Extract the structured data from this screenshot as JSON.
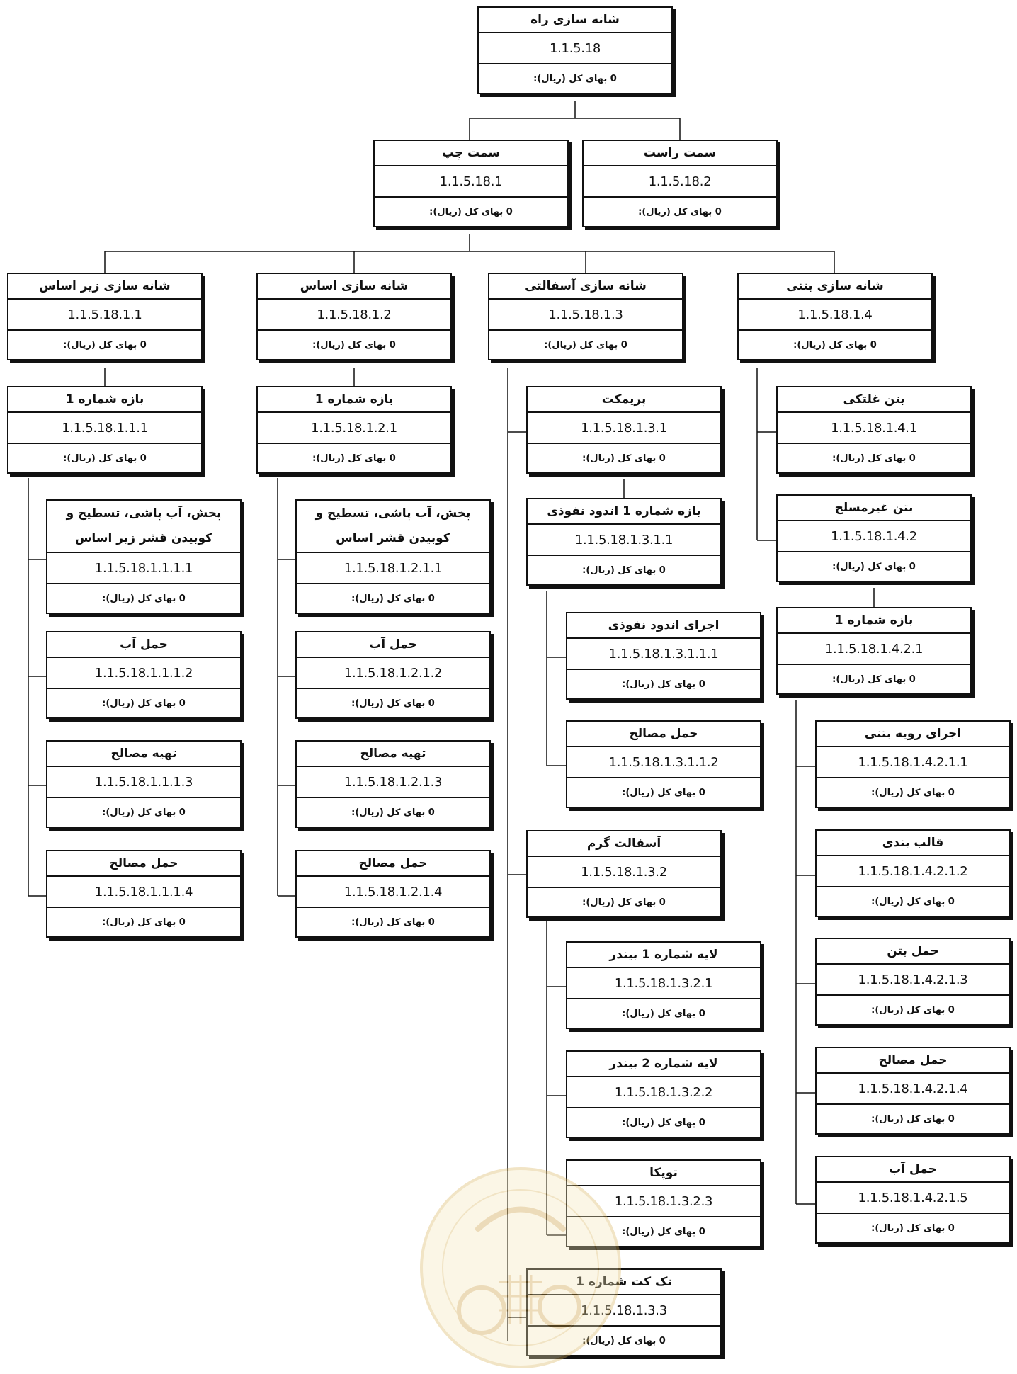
{
  "cost_label": "بهای کل (ریال):",
  "nodes": [
    {
      "id": "n18",
      "title": "شانه سازی راه",
      "code": "1.1.5.18",
      "cost": "0"
    },
    {
      "id": "n18_1",
      "title": "سمت چپ",
      "code": "1.1.5.18.1",
      "cost": "0"
    },
    {
      "id": "n18_2",
      "title": "سمت راست",
      "code": "1.1.5.18.2",
      "cost": "0"
    },
    {
      "id": "n18_1_1",
      "title": "شانه سازی زیر اساس",
      "code": "1.1.5.18.1.1",
      "cost": "0"
    },
    {
      "id": "n18_1_2",
      "title": "شانه سازی اساس",
      "code": "1.1.5.18.1.2",
      "cost": "0"
    },
    {
      "id": "n18_1_3",
      "title": "شانه سازی آسفالتی",
      "code": "1.1.5.18.1.3",
      "cost": "0"
    },
    {
      "id": "n18_1_4",
      "title": "شانه سازی بتنی",
      "code": "1.1.5.18.1.4",
      "cost": "0"
    },
    {
      "id": "n18_1_1_1",
      "title": "بازه شماره 1",
      "code": "1.1.5.18.1.1.1",
      "cost": "0"
    },
    {
      "id": "n18_1_1_1_1",
      "title": "پخش، آب پاشی، تسطیح و کوبیدن قشر زیر اساس",
      "code": "1.1.5.18.1.1.1.1",
      "cost": "0"
    },
    {
      "id": "n18_1_1_1_2",
      "title": "حمل آب",
      "code": "1.1.5.18.1.1.1.2",
      "cost": "0"
    },
    {
      "id": "n18_1_1_1_3",
      "title": "تهیه مصالح",
      "code": "1.1.5.18.1.1.1.3",
      "cost": "0"
    },
    {
      "id": "n18_1_1_1_4",
      "title": "حمل مصالح",
      "code": "1.1.5.18.1.1.1.4",
      "cost": "0"
    },
    {
      "id": "n18_1_2_1",
      "title": "بازه شماره 1",
      "code": "1.1.5.18.1.2.1",
      "cost": "0"
    },
    {
      "id": "n18_1_2_1_1",
      "title": "پخش، آب پاشی، تسطیح و کوبیدن قشر اساس",
      "code": "1.1.5.18.1.2.1.1",
      "cost": "0"
    },
    {
      "id": "n18_1_2_1_2",
      "title": "حمل آب",
      "code": "1.1.5.18.1.2.1.2",
      "cost": "0"
    },
    {
      "id": "n18_1_2_1_3",
      "title": "تهیه مصالح",
      "code": "1.1.5.18.1.2.1.3",
      "cost": "0"
    },
    {
      "id": "n18_1_2_1_4",
      "title": "حمل مصالح",
      "code": "1.1.5.18.1.2.1.4",
      "cost": "0"
    },
    {
      "id": "n18_1_3_1",
      "title": "پریمکت",
      "code": "1.1.5.18.1.3.1",
      "cost": "0"
    },
    {
      "id": "n18_1_3_1_1",
      "title": "بازه شماره 1 اندود نفوذی",
      "code": "1.1.5.18.1.3.1.1",
      "cost": "0"
    },
    {
      "id": "n18_1_3_1_1_1",
      "title": "اجرای اندود نفوذی",
      "code": "1.1.5.18.1.3.1.1.1",
      "cost": "0"
    },
    {
      "id": "n18_1_3_1_1_2",
      "title": "حمل مصالح",
      "code": "1.1.5.18.1.3.1.1.2",
      "cost": "0"
    },
    {
      "id": "n18_1_3_2",
      "title": "آسفالت گرم",
      "code": "1.1.5.18.1.3.2",
      "cost": "0"
    },
    {
      "id": "n18_1_3_2_1",
      "title": "لایه شماره 1 بیندر",
      "code": "1.1.5.18.1.3.2.1",
      "cost": "0"
    },
    {
      "id": "n18_1_3_2_2",
      "title": "لایه شماره 2 بیندر",
      "code": "1.1.5.18.1.3.2.2",
      "cost": "0"
    },
    {
      "id": "n18_1_3_2_3",
      "title": "توپکا",
      "code": "1.1.5.18.1.3.2.3",
      "cost": "0"
    },
    {
      "id": "n18_1_3_3",
      "title": "تک کت شماره 1",
      "code": "1.1.5.18.1.3.3",
      "cost": "0"
    },
    {
      "id": "n18_1_4_1",
      "title": "بتن غلتکی",
      "code": "1.1.5.18.1.4.1",
      "cost": "0"
    },
    {
      "id": "n18_1_4_2",
      "title": "بتن غیرمسلح",
      "code": "1.1.5.18.1.4.2",
      "cost": "0"
    },
    {
      "id": "n18_1_4_2_1",
      "title": "بازه شماره 1",
      "code": "1.1.5.18.1.4.2.1",
      "cost": "0"
    },
    {
      "id": "n18_1_4_2_1_1",
      "title": "اجرای رویه بتنی",
      "code": "1.1.5.18.1.4.2.1.1",
      "cost": "0"
    },
    {
      "id": "n18_1_4_2_1_2",
      "title": "قالب بندی",
      "code": "1.1.5.18.1.4.2.1.2",
      "cost": "0"
    },
    {
      "id": "n18_1_4_2_1_3",
      "title": "حمل بتن",
      "code": "1.1.5.18.1.4.2.1.3",
      "cost": "0"
    },
    {
      "id": "n18_1_4_2_1_4",
      "title": "حمل مصالح",
      "code": "1.1.5.18.1.4.2.1.4",
      "cost": "0"
    },
    {
      "id": "n18_1_4_2_1_5",
      "title": "حمل آب",
      "code": "1.1.5.18.1.4.2.1.5",
      "cost": "0"
    }
  ]
}
